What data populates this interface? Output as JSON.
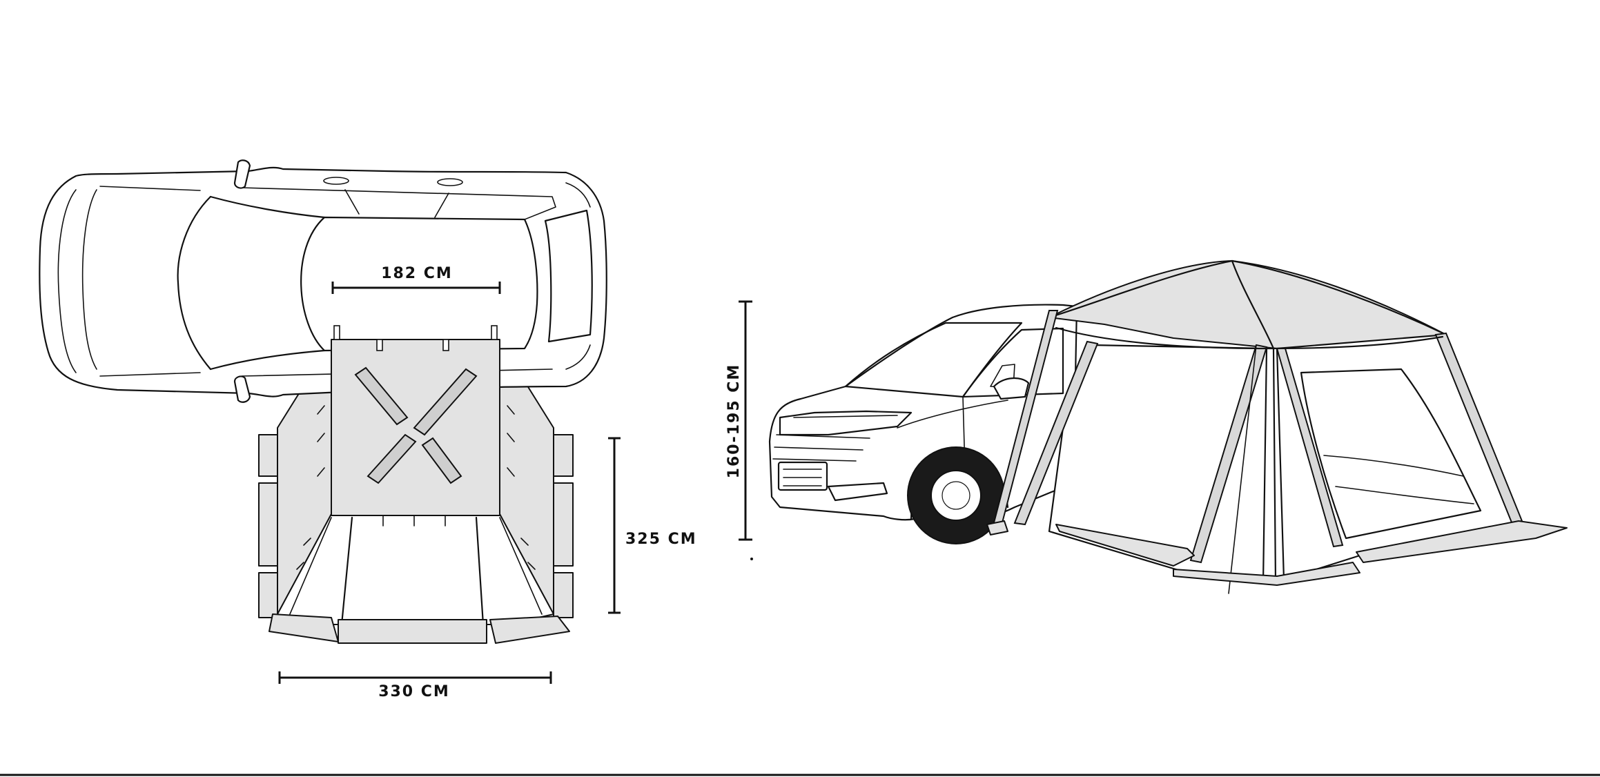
{
  "dimensions": {
    "car_width": "182 CM",
    "tent_depth": "325 CM",
    "tent_width": "330  CM",
    "tent_height": "160-195 CM"
  },
  "colors": {
    "line": "#111111",
    "panel_fill": "#e3e3e3",
    "tire": "#1a1a1a",
    "background": "#ffffff"
  }
}
